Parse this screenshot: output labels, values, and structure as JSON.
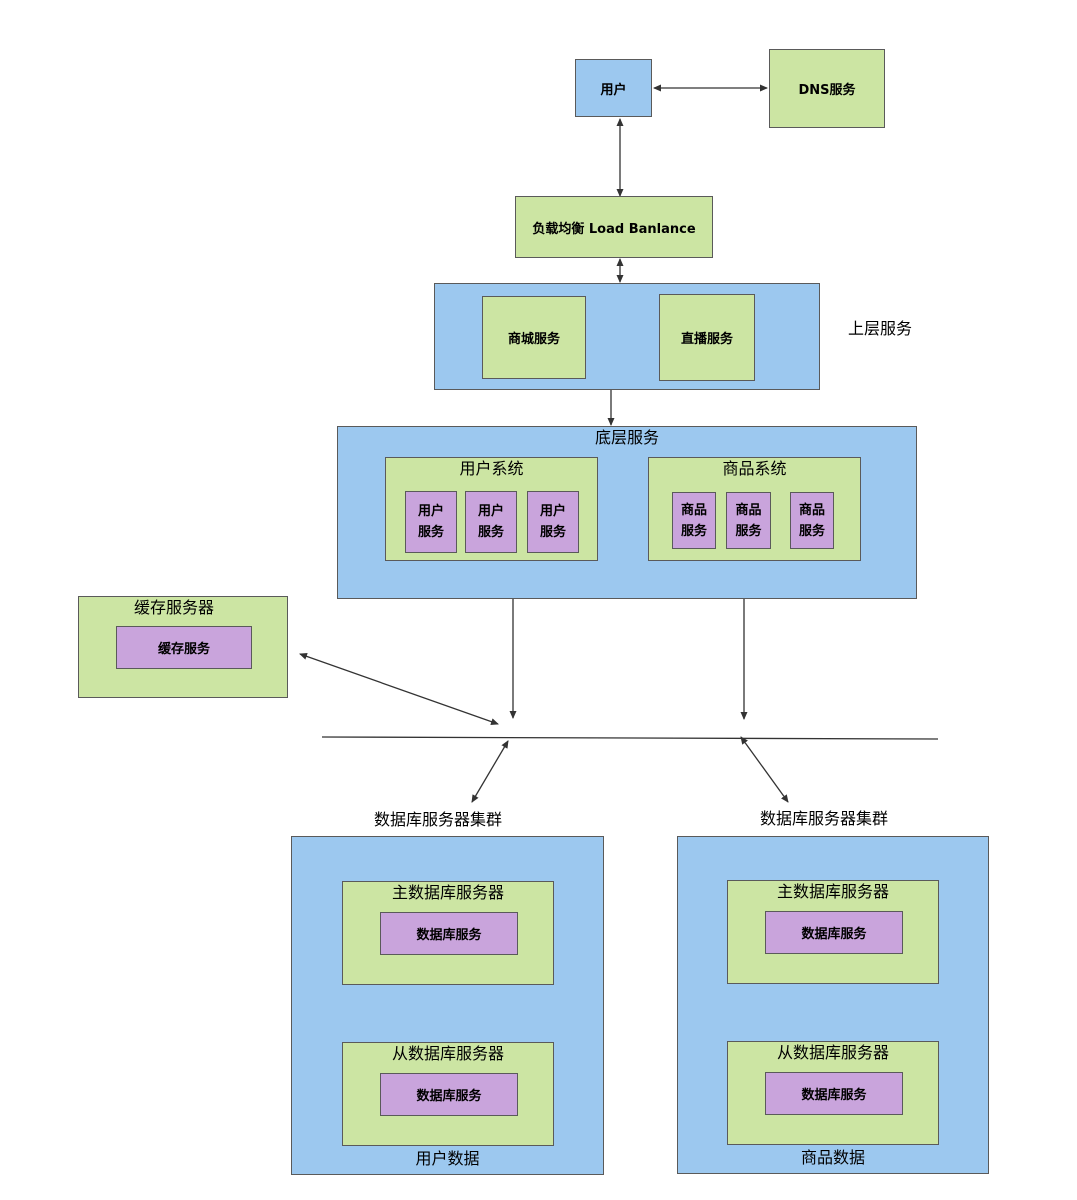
{
  "user": "用户",
  "dns": "DNS服务",
  "load_balance": "负载均衡 Load Banlance",
  "upper": {
    "label": "上层服务",
    "mall": "商城服务",
    "live": "直播服务"
  },
  "lower": {
    "title": "底层服务",
    "user_system": {
      "title": "用户系统",
      "services": [
        "用户\n服务",
        "用户\n服务",
        "用户\n服务"
      ]
    },
    "product_system": {
      "title": "商品系统",
      "services": [
        "商品\n服务",
        "商品\n服务",
        "商品\n服务"
      ]
    }
  },
  "cache": {
    "title": "缓存服务器",
    "service": "缓存服务"
  },
  "db_clusters": [
    {
      "label": "数据库服务器集群",
      "master_title": "主数据库服务器",
      "master_service": "数据库服务",
      "slave_title": "从数据库服务器",
      "slave_service": "数据库服务",
      "footer": "用户数据"
    },
    {
      "label": "数据库服务器集群",
      "master_title": "主数据库服务器",
      "master_service": "数据库服务",
      "slave_title": "从数据库服务器",
      "slave_service": "数据库服务",
      "footer": "商品数据"
    }
  ],
  "colors": {
    "blue": "#9cc8ef",
    "green": "#cce5a3",
    "purple": "#c9a4dc",
    "line": "#333333"
  }
}
